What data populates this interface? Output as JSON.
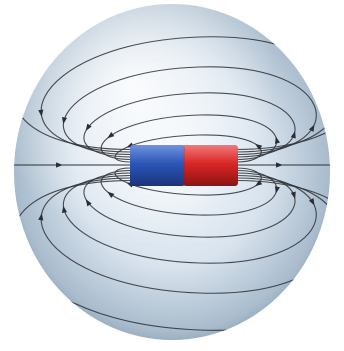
{
  "diagram": {
    "kind": "bar-magnet-field",
    "field_line_count_per_side": 6,
    "magnet": {
      "left_pole_color": "#2c56b8",
      "right_pole_color": "#d92626"
    },
    "colors": {
      "sphere_center": "#f6f9fc",
      "sphere_mid": "#d8e3ee",
      "sphere_edge": "#8aa1b8",
      "field_line": "#2b2f35",
      "background": "#ffffff"
    },
    "arrows": "yes"
  }
}
